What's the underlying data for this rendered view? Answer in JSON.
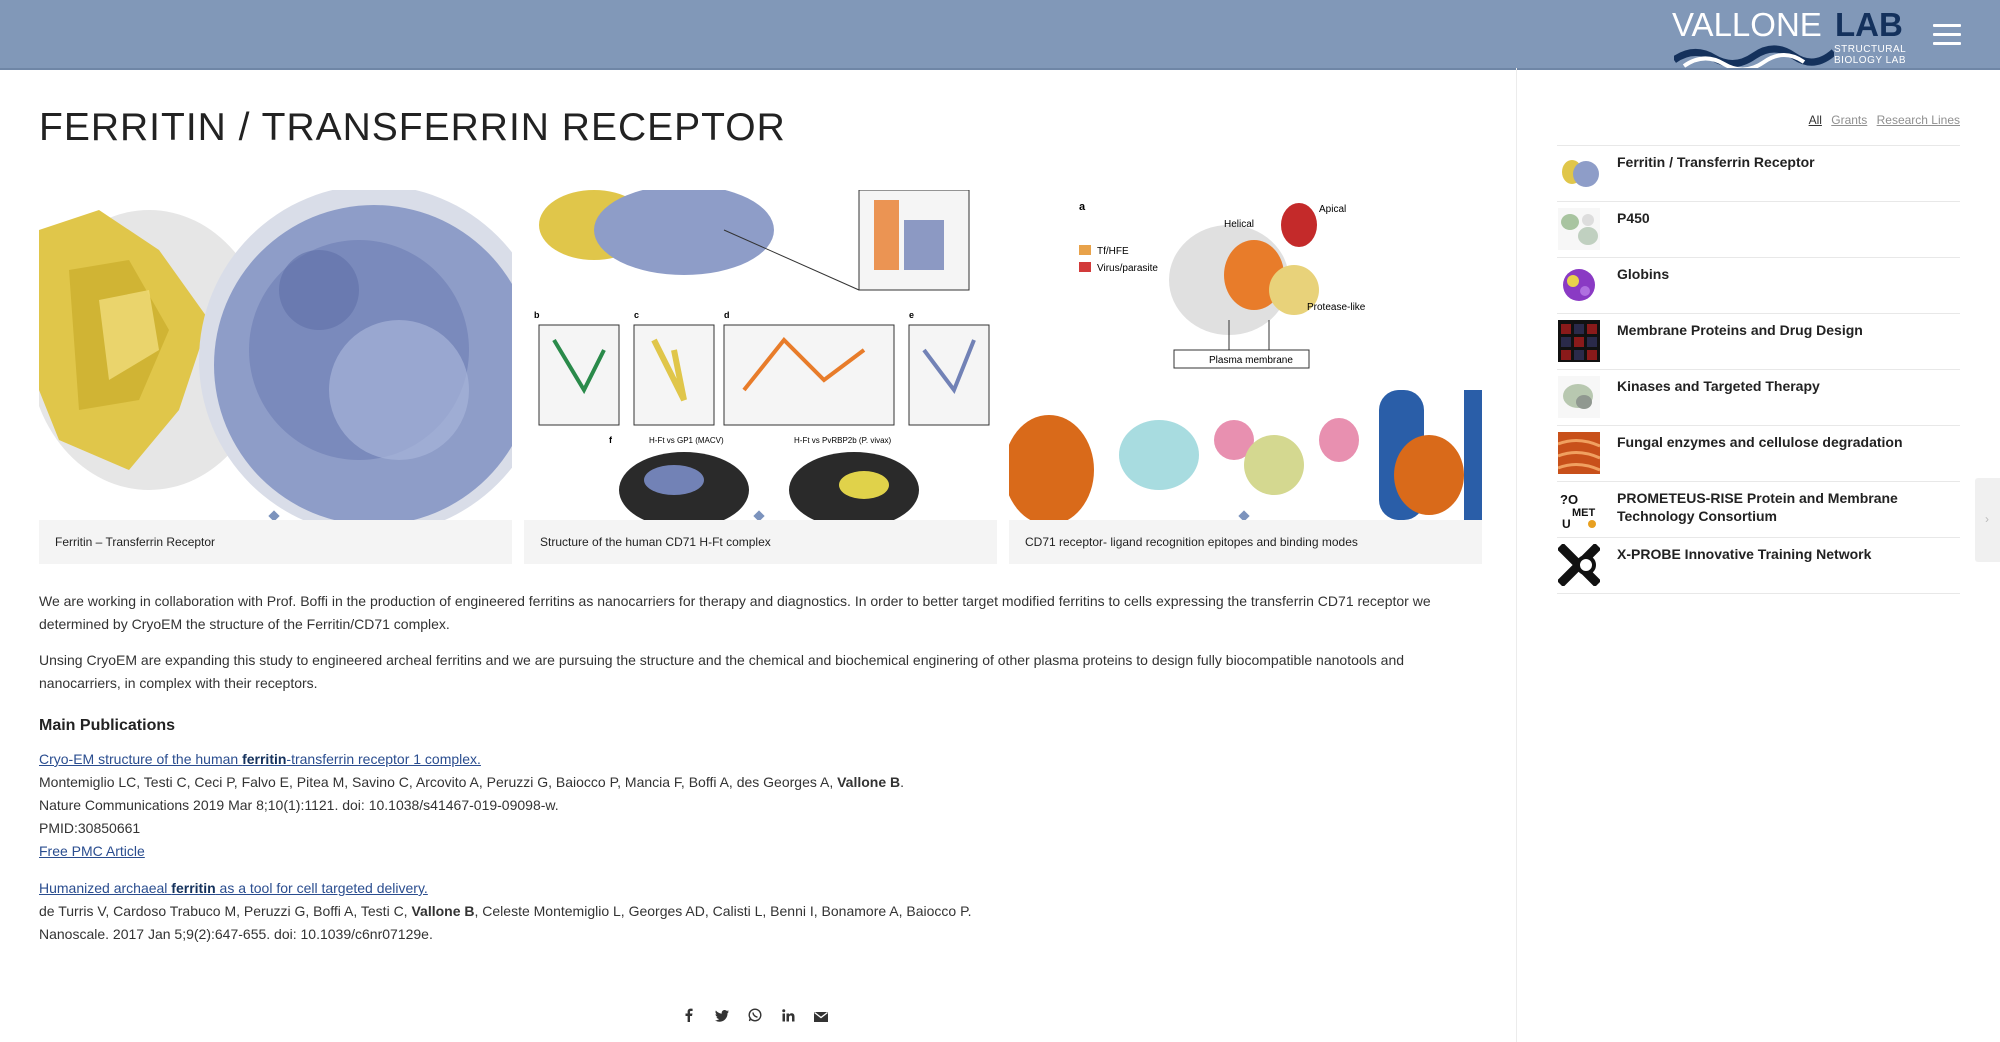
{
  "header": {
    "logo_main": "VALLONE",
    "logo_bold": "LAB",
    "logo_sub": "STRUCTURAL BIOLOGY LAB",
    "menu_icon": "hamburger-menu-icon",
    "bg_color": "#8198b8"
  },
  "main": {
    "title": "FERRITIN / TRANSFERRIN RECEPTOR",
    "gallery": [
      {
        "caption": "Ferritin – Transferrin Receptor"
      },
      {
        "caption": "Structure of the human CD71 H-Ft complex",
        "labels": {
          "b": "b",
          "c": "c",
          "d": "d",
          "e": "e",
          "f": "f",
          "f1": "H-Ft vs GP1 (MACV)",
          "f2": "H-Ft vs PvRBP2b (P. vivax)"
        }
      },
      {
        "caption": "CD71 receptor- ligand recognition epitopes and binding modes",
        "labels": {
          "a": "a",
          "helical": "Helical",
          "apical": "Apical",
          "protease": "Protease-like",
          "membrane": "Plasma membrane",
          "legend1": "Tf/HFE",
          "legend2": "Virus/parasite"
        }
      }
    ],
    "para1": "We are working in collaboration with Prof. Boffi in the production of engineered ferritins as nanocarriers for therapy and diagnostics. In order to better target modified ferritins to cells expressing the transferrin CD71 receptor we determined by CryoEM the structure of the Ferritin/CD71 complex.",
    "para2": "Unsing CryoEM are expanding this study to engineered archeal ferritins and we are pursuing the structure and the chemical and biochemical enginering of other plasma proteins to design fully biocompatible nanotools and nanocarriers, in complex with their receptors.",
    "pub_heading": "Main Publications",
    "pubs": [
      {
        "title_pre": "Cryo-EM structure of the human ",
        "title_bold": "ferritin",
        "title_post": "-transferrin receptor 1 complex.",
        "authors_pre": "Montemiglio LC, Testi C, Ceci P, Falvo E, Pitea M, Savino C, Arcovito A, Peruzzi G, Baiocco P, Mancia F, Boffi A, des Georges A, ",
        "authors_bold": "Vallone B",
        "authors_post": ".",
        "journal": "Nature Communications 2019 Mar 8;10(1):1121. doi: 10.1038/s41467-019-09098-w.",
        "pmid": "PMID:30850661",
        "pmc": "Free PMC Article"
      },
      {
        "title_pre": "Humanized archaeal ",
        "title_bold": "ferritin",
        "title_post": " as a tool for cell targeted delivery.",
        "authors_pre": "de Turris V, Cardoso Trabuco M, Peruzzi G, Boffi A, Testi C, ",
        "authors_bold": "Vallone B",
        "authors_post": ", Celeste Montemiglio L, Georges AD, Calisti L, Benni I, Bonamore A, Baiocco P.",
        "journal": "Nanoscale. 2017 Jan 5;9(2):647-655. doi: 10.1039/c6nr07129e."
      }
    ],
    "share_icons": [
      "facebook-icon",
      "twitter-icon",
      "whatsapp-icon",
      "linkedin-icon",
      "mail-icon"
    ]
  },
  "sidebar": {
    "filters": [
      "All",
      "Grants",
      "Research Lines"
    ],
    "items": [
      {
        "label": "Ferritin / Transferrin Receptor"
      },
      {
        "label": "P450"
      },
      {
        "label": "Globins"
      },
      {
        "label": "Membrane Proteins and Drug Design"
      },
      {
        "label": "Kinases and Targeted Therapy"
      },
      {
        "label": "Fungal enzymes and cellulose degradation"
      },
      {
        "label": "PROMETEUS-RISE Protein and Membrane Technology Consortium"
      },
      {
        "label": "X-PROBE Innovative Training Network"
      }
    ]
  }
}
